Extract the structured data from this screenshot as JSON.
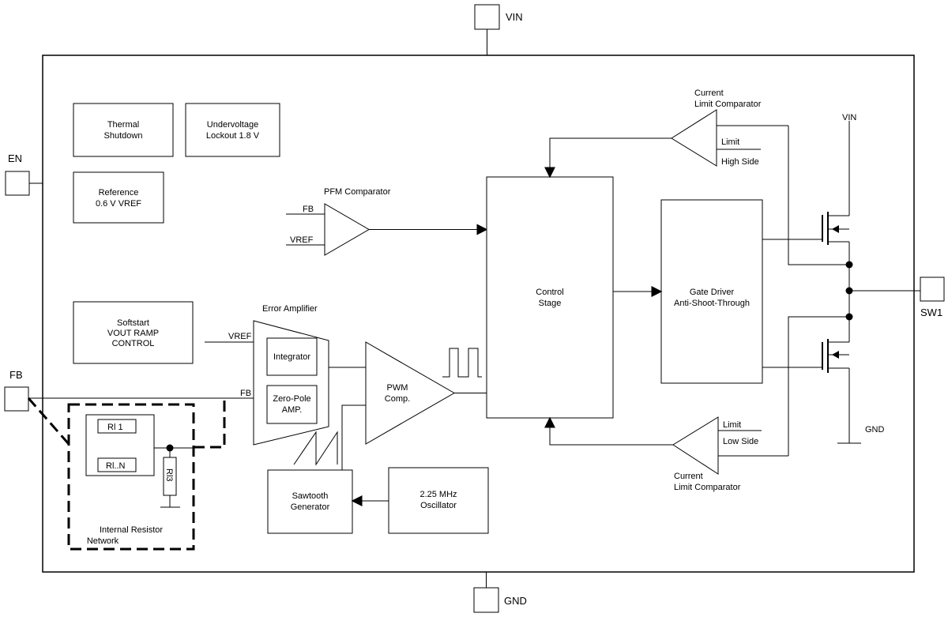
{
  "pins": {
    "vin": "VIN",
    "gnd": "GND",
    "en": "EN",
    "fb": "FB",
    "sw1": "SW1"
  },
  "blocks": {
    "thermal_l1": "Thermal",
    "thermal_l2": "Shutdown",
    "uvlo_l1": "Undervoltage",
    "uvlo_l2": "Lockout 1.8 V",
    "ref_l1": "Reference",
    "ref_l2": "0.6 V VREF",
    "soft_l1": "Softstart",
    "soft_l2": "VOUT RAMP",
    "soft_l3": "CONTROL",
    "control_l1": "Control",
    "control_l2": "Stage",
    "gate_l1": "Gate Driver",
    "gate_l2": "Anti-Shoot-Through",
    "saw_l1": "Sawtooth",
    "saw_l2": "Generator",
    "osc_l1": "2.25 MHz",
    "osc_l2": "Oscillator",
    "integrator": "Integrator",
    "zp_l1": "Zero-Pole",
    "zp_l2": "AMP.",
    "pwm_l1": "PWM",
    "pwm_l2": "Comp."
  },
  "labels": {
    "pfm_comparator": "PFM Comparator",
    "pfm_fb": "FB",
    "pfm_vref": "VREF",
    "error_amplifier": "Error Amplifier",
    "ea_vref": "VREF",
    "ea_fb": "FB",
    "clc_top_l1": "Current",
    "clc_top_l2": "Limit Comparator",
    "clc_top_limit": "Limit",
    "clc_top_side": "High Side",
    "clc_bot_l1": "Current",
    "clc_bot_l2": "Limit Comparator",
    "clc_bot_limit": "Limit",
    "clc_bot_side": "Low Side",
    "vin_rail": "VIN",
    "gnd_rail": "GND",
    "rl1": "Rl 1",
    "rln": "Rl..N",
    "rl3": "Rl3",
    "irn_l1": "Internal Resistor",
    "irn_l2": "Network"
  }
}
